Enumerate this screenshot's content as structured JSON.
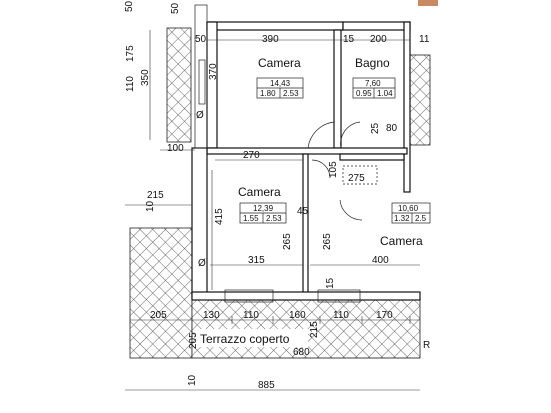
{
  "rooms": {
    "camera_top": {
      "name": "Camera",
      "area": "14,43",
      "dims": [
        "1.80",
        "2.53"
      ]
    },
    "bagno": {
      "name": "Bagno",
      "area": "7,60",
      "dims": [
        "0.95",
        "1.04"
      ]
    },
    "camera_mid": {
      "name": "Camera",
      "area": "12,39",
      "dims": [
        "1.55",
        "2.53"
      ]
    },
    "camera_right": {
      "name": "Camera",
      "area": "10,60",
      "dims": [
        "1.32",
        "2.5"
      ]
    },
    "terrazzo": {
      "name": "Terrazzo coperto"
    }
  },
  "dimensions": {
    "top_50_a": "50",
    "top_50_b": "50",
    "top_50_c": "50",
    "top_390": "390",
    "top_15": "15",
    "top_200": "200",
    "top_11": "11",
    "left_110": "110",
    "left_175": "175",
    "left_350": "350",
    "left_100": "100",
    "v_370": "370",
    "h_270": "270",
    "h_275": "275",
    "v_105": "105",
    "h_80": "80",
    "v_25": "25",
    "h_215": "215",
    "v_10a": "10",
    "v_415": "415",
    "h_45": "45",
    "v_265a": "265",
    "v_265b": "265",
    "h_315": "315",
    "h_400": "400",
    "v_15": "15",
    "b_205": "205",
    "b_130": "130",
    "b_110a": "110",
    "b_160": "160",
    "b_110b": "110",
    "b_170": "170",
    "v_205": "205",
    "v_215": "215",
    "h_680": "680",
    "v_10b": "10",
    "h_885": "885"
  },
  "symbols": {
    "diam_a": "Ø",
    "diam_b": "Ø",
    "label_r": "R"
  }
}
